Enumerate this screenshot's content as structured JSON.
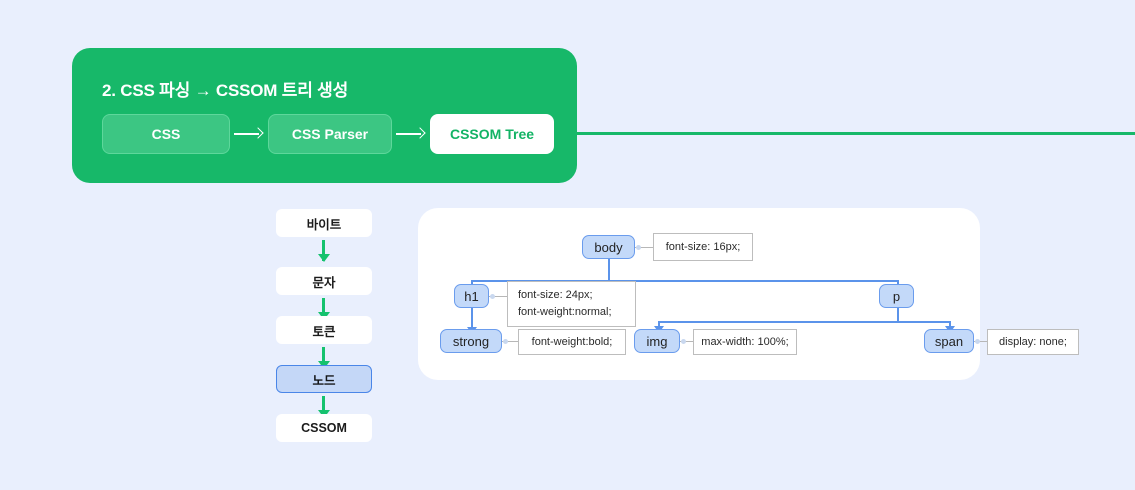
{
  "theme": {
    "background": "#e9effd",
    "green": "#17b869",
    "green_box": "#3cc683",
    "green_arrow": "#15c26e",
    "node_fill": "#c3d9f9",
    "node_border": "#6a9ced",
    "tree_line": "#5b93ea",
    "card_white": "#ffffff"
  },
  "header_card": {
    "title": "2. CSS 파싱 → CSSOM 트리 생성",
    "pipeline": [
      {
        "label": "CSS",
        "style": "fill"
      },
      {
        "label": "CSS Parser",
        "style": "fill"
      },
      {
        "label": "CSSOM Tree",
        "style": "white"
      }
    ],
    "arrow_icon": "arrow-right-icon"
  },
  "vertical_flow": {
    "steps": [
      {
        "label": "바이트",
        "highlighted": false
      },
      {
        "label": "문자",
        "highlighted": false
      },
      {
        "label": "토큰",
        "highlighted": false
      },
      {
        "label": "노드",
        "highlighted": true
      },
      {
        "label": "CSSOM",
        "highlighted": false
      }
    ],
    "arrow_icon": "arrow-down-icon"
  },
  "tree": {
    "nodes": [
      {
        "id": "body",
        "label": "body"
      },
      {
        "id": "h1",
        "label": "h1"
      },
      {
        "id": "p",
        "label": "p"
      },
      {
        "id": "strong",
        "label": "strong"
      },
      {
        "id": "img",
        "label": "img"
      },
      {
        "id": "span",
        "label": "span"
      }
    ],
    "declarations": [
      {
        "for": "body",
        "lines": [
          "font-size: 16px;"
        ]
      },
      {
        "for": "h1",
        "lines": [
          "font-size: 24px;",
          "font-weight:normal;"
        ]
      },
      {
        "for": "strong",
        "lines": [
          "font-weight:bold;"
        ]
      },
      {
        "for": "img",
        "lines": [
          "max-width: 100%;"
        ]
      },
      {
        "for": "span",
        "lines": [
          "display: none;"
        ]
      }
    ],
    "edges": [
      {
        "from": "body",
        "to": "h1"
      },
      {
        "from": "body",
        "to": "p"
      },
      {
        "from": "h1",
        "to": "strong"
      },
      {
        "from": "p",
        "to": "img"
      },
      {
        "from": "p",
        "to": "span"
      }
    ]
  }
}
